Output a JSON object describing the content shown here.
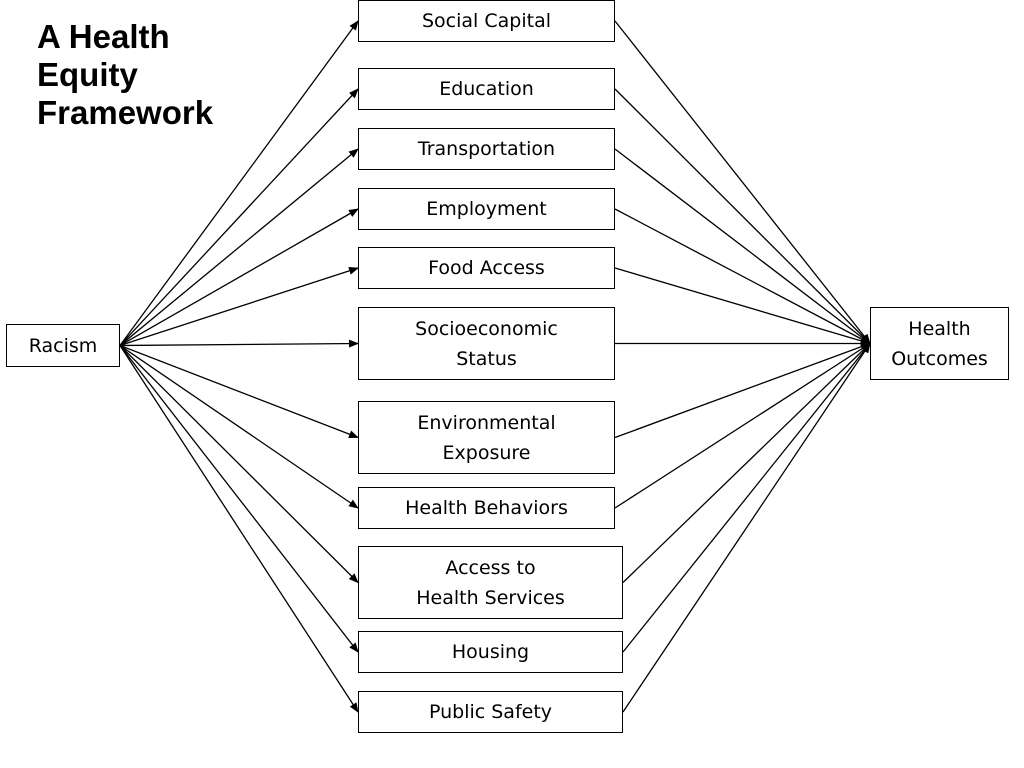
{
  "title_lines": [
    "A Health",
    "Equity",
    "Framework"
  ],
  "source": {
    "label": "Racism"
  },
  "target": {
    "label_lines": [
      "Health",
      "Outcomes"
    ]
  },
  "factors": [
    {
      "id": "social-capital",
      "label_lines": [
        "Social Capital"
      ]
    },
    {
      "id": "education",
      "label_lines": [
        "Education"
      ]
    },
    {
      "id": "transportation",
      "label_lines": [
        "Transportation"
      ]
    },
    {
      "id": "employment",
      "label_lines": [
        "Employment"
      ]
    },
    {
      "id": "food-access",
      "label_lines": [
        "Food Access"
      ]
    },
    {
      "id": "socioeconomic-status",
      "label_lines": [
        "Socioeconomic",
        "Status"
      ]
    },
    {
      "id": "environmental-exposure",
      "label_lines": [
        "Environmental",
        "Exposure"
      ]
    },
    {
      "id": "health-behaviors",
      "label_lines": [
        "Health Behaviors"
      ]
    },
    {
      "id": "access-to-health-services",
      "label_lines": [
        "Access to",
        "Health Services"
      ]
    },
    {
      "id": "housing",
      "label_lines": [
        "Housing"
      ]
    },
    {
      "id": "public-safety",
      "label_lines": [
        "Public Safety"
      ]
    }
  ],
  "edges": [
    {
      "from": "racism",
      "to": "social-capital"
    },
    {
      "from": "racism",
      "to": "education"
    },
    {
      "from": "racism",
      "to": "transportation"
    },
    {
      "from": "racism",
      "to": "employment"
    },
    {
      "from": "racism",
      "to": "food-access"
    },
    {
      "from": "racism",
      "to": "socioeconomic-status"
    },
    {
      "from": "racism",
      "to": "environmental-exposure"
    },
    {
      "from": "racism",
      "to": "health-behaviors"
    },
    {
      "from": "racism",
      "to": "access-to-health-services"
    },
    {
      "from": "racism",
      "to": "housing"
    },
    {
      "from": "racism",
      "to": "public-safety"
    },
    {
      "from": "social-capital",
      "to": "health-outcomes"
    },
    {
      "from": "education",
      "to": "health-outcomes"
    },
    {
      "from": "transportation",
      "to": "health-outcomes"
    },
    {
      "from": "employment",
      "to": "health-outcomes"
    },
    {
      "from": "food-access",
      "to": "health-outcomes"
    },
    {
      "from": "socioeconomic-status",
      "to": "health-outcomes"
    },
    {
      "from": "environmental-exposure",
      "to": "health-outcomes"
    },
    {
      "from": "health-behaviors",
      "to": "health-outcomes"
    },
    {
      "from": "access-to-health-services",
      "to": "health-outcomes"
    },
    {
      "from": "housing",
      "to": "health-outcomes"
    },
    {
      "from": "public-safety",
      "to": "health-outcomes"
    }
  ],
  "colors": {
    "line": "#000000",
    "box_border": "#000000",
    "text": "#000000",
    "background": "#ffffff"
  }
}
